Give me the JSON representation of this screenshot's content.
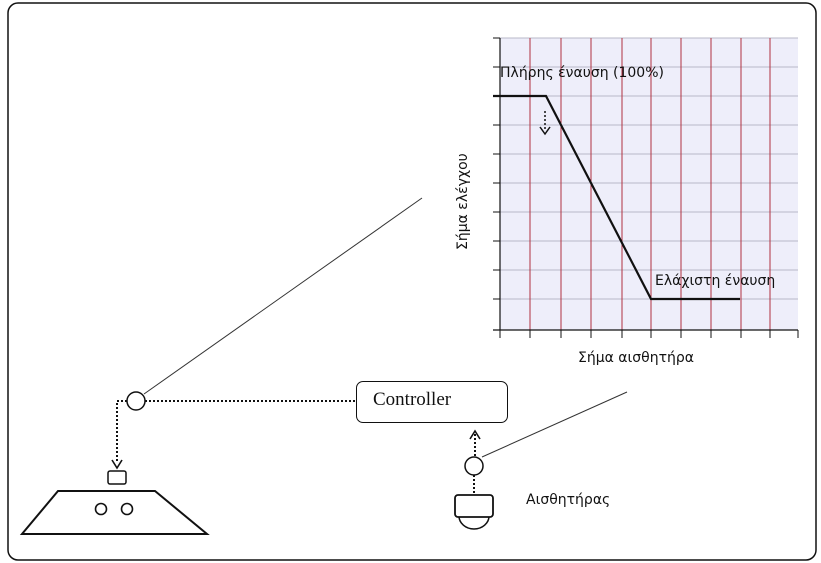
{
  "diagram": {
    "chart": {
      "full_label": "Πλήρης έναυση (100%)",
      "min_label": "Ελάχιστη έναυση",
      "x_axis_label": "Σήμα αισθητήρα",
      "y_axis_label": "Σήμα ελέγχου"
    },
    "controller_label": "Controller",
    "sensor_label": "Αισθητήρας",
    "colors": {
      "chart_background": "#eeeefa",
      "grid_red": "#b03040",
      "grid_gray": "#b8b8c8",
      "line": "#111111"
    }
  }
}
